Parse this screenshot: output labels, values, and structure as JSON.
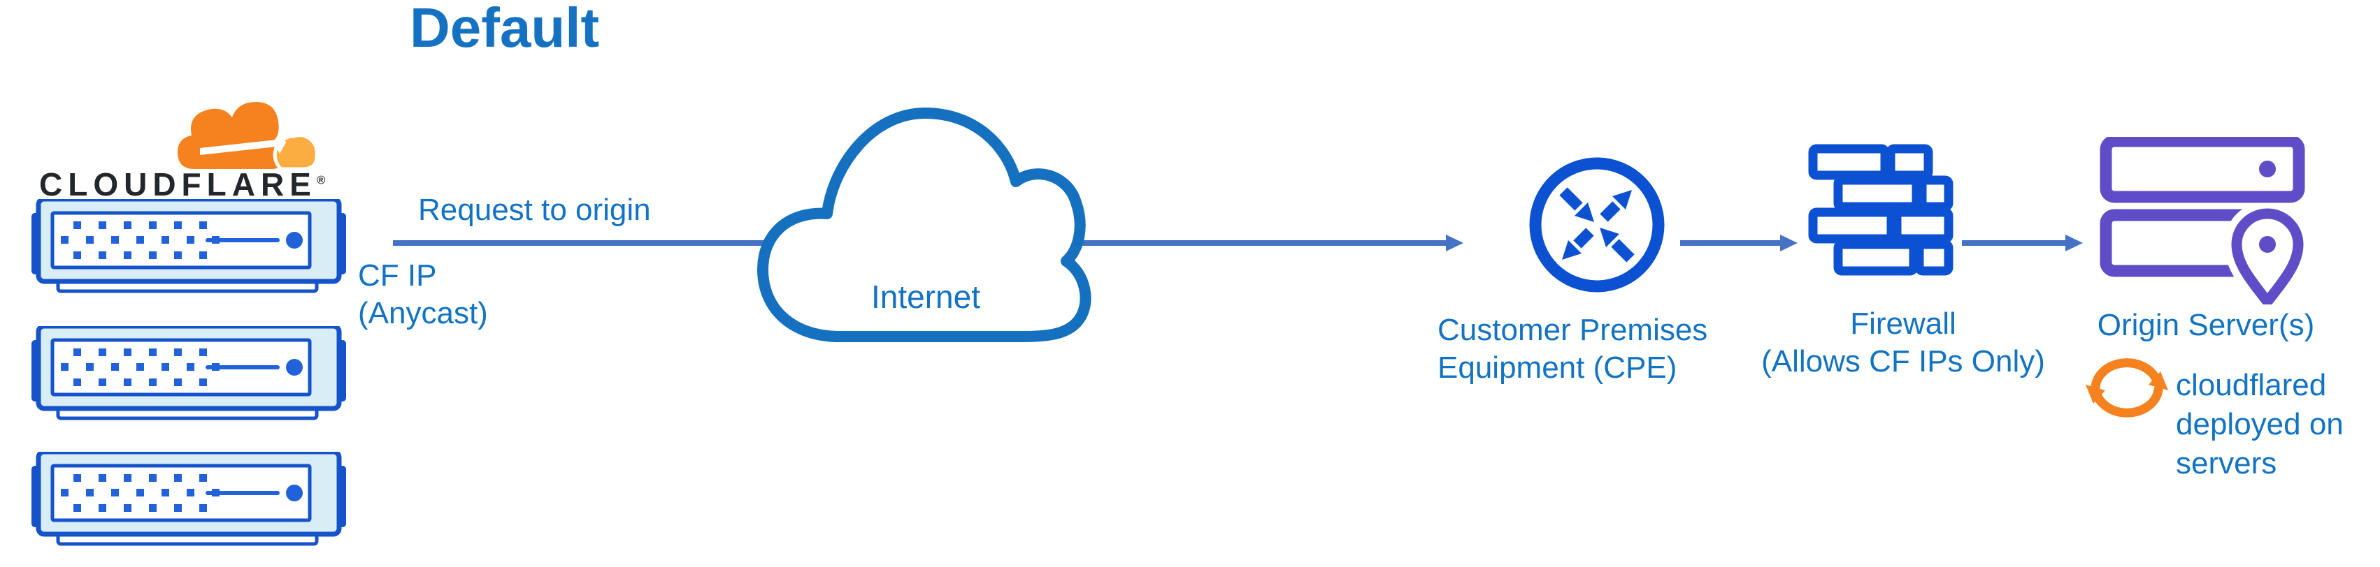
{
  "title": "Default",
  "logo": {
    "wordmark": "CLOUDFLARE",
    "registered": "®"
  },
  "edge_labels": {
    "request": "Request to origin",
    "cf_ip_1": "CF IP",
    "cf_ip_2": "(Anycast)"
  },
  "nodes": {
    "cloudflare_servers": {
      "count": 3
    },
    "internet": {
      "label": "Internet"
    },
    "cpe": {
      "label_1": "Customer Premises",
      "label_2": "Equipment (CPE)"
    },
    "firewall": {
      "label_1": "Firewall",
      "label_2": "(Allows CF IPs Only)"
    },
    "origin": {
      "label": "Origin Server(s)",
      "note_1": "cloudflared",
      "note_2": "deployed on",
      "note_3": "servers"
    }
  },
  "icons": {
    "cloudflare_logo": "orange-cloud-logo",
    "server": "rack-server-icon",
    "internet": "cloud-outline-icon",
    "cpe": "router-arrows-circle-icon",
    "firewall": "brick-wall-icon",
    "origin": "stacked-servers-location-pin-icon",
    "cloudflared": "sync-arrows-icon",
    "flow": "right-arrow"
  },
  "colors": {
    "titleBlue": "#1571c2",
    "labelBlue": "#1273c3",
    "arrowBlue": "#4472c4",
    "cloudStroke": "#1571bf",
    "iconBlue": "#0c51d2",
    "serverBorder": "#1553cb",
    "serverAccent": "#2161d9",
    "serverFill": "#d8edf6",
    "purple": "#5f4dc7",
    "orange": "#f6821f",
    "orangeLight": "#fbad41",
    "wordmarkDark": "#23262b"
  }
}
